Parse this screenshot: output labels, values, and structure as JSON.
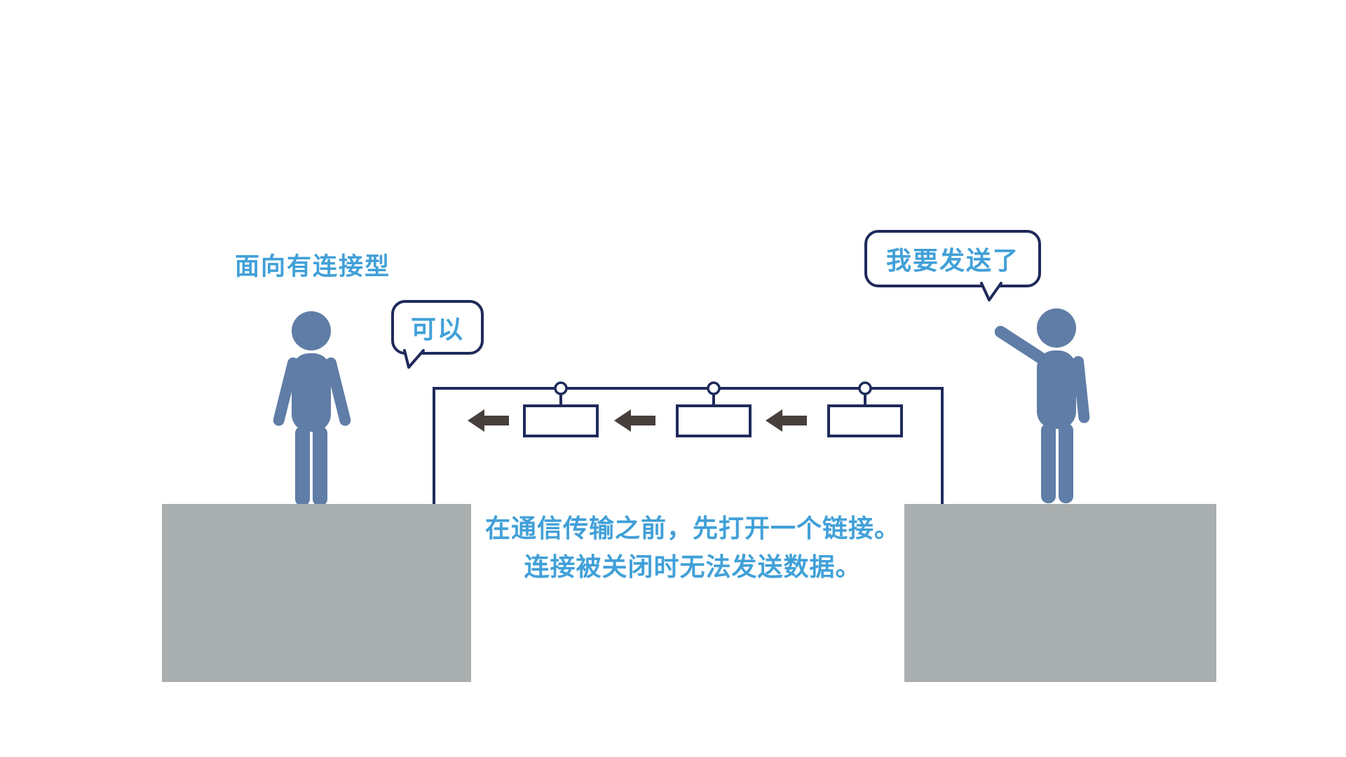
{
  "title_label": "面向有连接型",
  "left_person": {
    "bubble": "可以"
  },
  "right_person": {
    "bubble": "我要发送了"
  },
  "caption": {
    "line1": "在通信传输之前，先打开一个链接。",
    "line2": "连接被关闭时无法发送数据。"
  },
  "packets": {
    "count": 3,
    "direction": "left"
  },
  "colors": {
    "accent": "#41a0d8",
    "outline": "#1f2a5b",
    "person": "#5f7da6",
    "platform": "#a9afaf",
    "arrow": "#473f3b",
    "bg": "#ffffff"
  }
}
